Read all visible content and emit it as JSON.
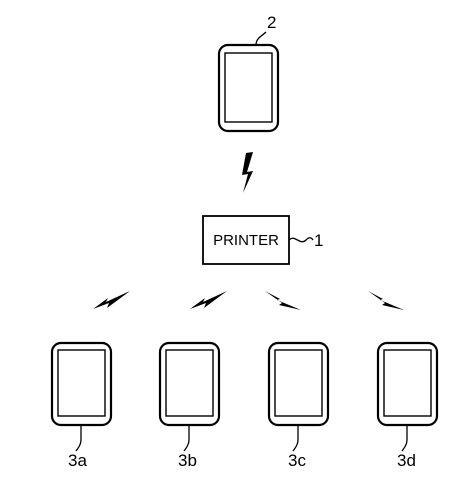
{
  "diagram": {
    "printer": {
      "label": "PRINTER",
      "ref": "1"
    },
    "host_device": {
      "ref": "2"
    },
    "client_devices": [
      {
        "ref": "3a"
      },
      {
        "ref": "3b"
      },
      {
        "ref": "3c"
      },
      {
        "ref": "3d"
      }
    ],
    "links": [
      {
        "from": "2",
        "to": "1",
        "type": "wireless"
      },
      {
        "from": "1",
        "to": "3a",
        "type": "wireless"
      },
      {
        "from": "1",
        "to": "3b",
        "type": "wireless"
      },
      {
        "from": "1",
        "to": "3c",
        "type": "wireless"
      },
      {
        "from": "1",
        "to": "3d",
        "type": "wireless"
      }
    ],
    "icons": {
      "device": "tablet-device-icon",
      "link": "wireless-lightning-icon"
    }
  }
}
